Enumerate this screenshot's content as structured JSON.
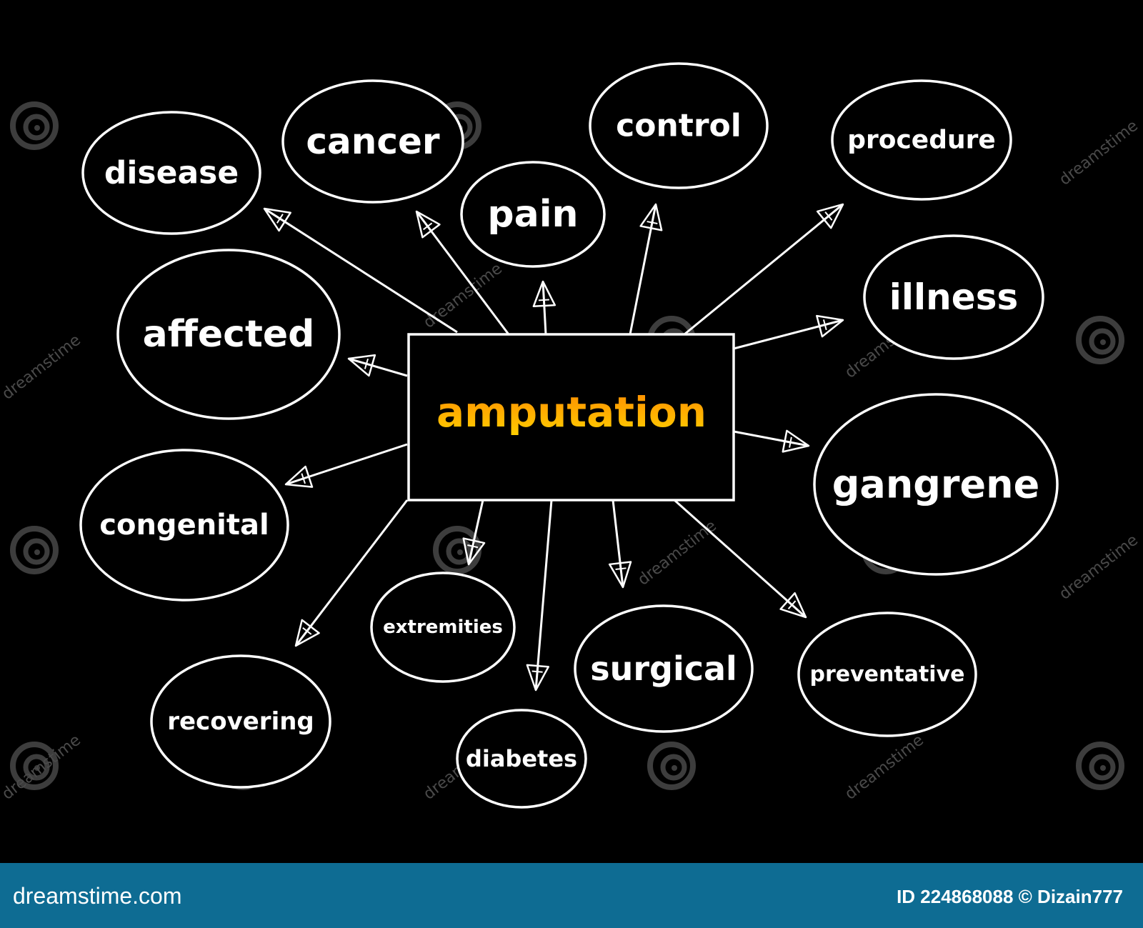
{
  "center": {
    "label": "amputation",
    "gradient_top": "#ff8a00",
    "gradient_bottom": "#ffd000"
  },
  "nodes": [
    {
      "id": "disease",
      "label": "disease"
    },
    {
      "id": "cancer",
      "label": "cancer"
    },
    {
      "id": "pain",
      "label": "pain"
    },
    {
      "id": "control",
      "label": "control"
    },
    {
      "id": "procedure",
      "label": "procedure"
    },
    {
      "id": "illness",
      "label": "illness"
    },
    {
      "id": "affected",
      "label": "affected"
    },
    {
      "id": "gangrene",
      "label": "gangrene"
    },
    {
      "id": "congenital",
      "label": "congenital"
    },
    {
      "id": "extremities",
      "label": "extremities"
    },
    {
      "id": "recovering",
      "label": "recovering"
    },
    {
      "id": "diabetes",
      "label": "diabetes"
    },
    {
      "id": "surgical",
      "label": "surgical"
    },
    {
      "id": "preventative",
      "label": "preventative"
    }
  ],
  "watermark": {
    "text": "dreamstime",
    "icon": "spiral-icon"
  },
  "footer": {
    "brand": "dreamstime.com",
    "credit": "ID 224868088 © Dizain777"
  },
  "colors": {
    "background": "#000000",
    "line": "#ffffff",
    "footer": "#0e6c93"
  }
}
